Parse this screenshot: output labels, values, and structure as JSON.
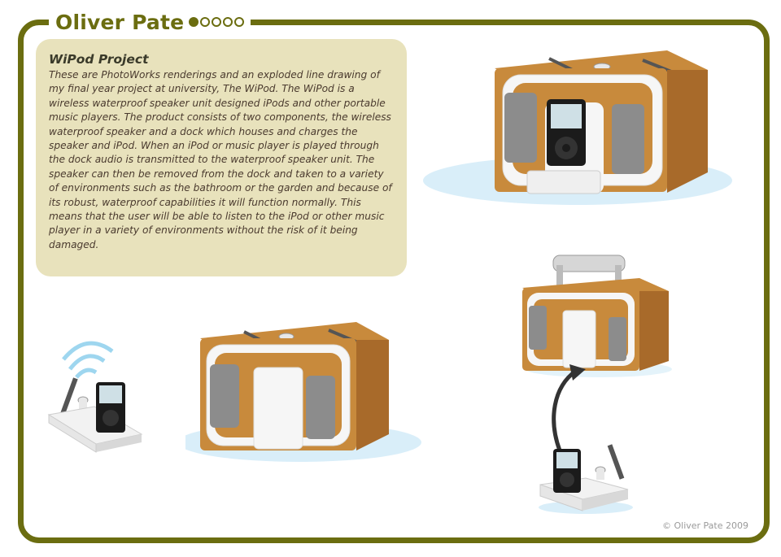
{
  "header": {
    "title": "Oliver Pate",
    "page_indicator": {
      "total": 5,
      "current": 1
    }
  },
  "description": {
    "heading": "WiPod Project",
    "body": "These are PhotoWorks renderings and an exploded line drawing of my final year project at university, The WiPod.  The WiPod is a wireless waterproof speaker unit designed iPods and  other portable music players.  The product consists of two components, the  wireless waterproof speaker and a dock which houses and charges the speaker and iPod.  When an iPod or music player is played through the dock audio is transmitted to the waterproof speaker unit. The speaker can then be removed from the dock and taken to a variety of environments such as the bathroom or the garden and because of its robust, waterproof capabilities it  will function normally. This means that the user will be able to listen to the iPod or  other music player in a variety of environments without the risk of it being damaged."
  },
  "footer": {
    "copyright": "© Oliver Pate 2009"
  },
  "colors": {
    "frame_olive": "#6b6d10",
    "panel_beige": "#e8e2bc",
    "wood": "#c88a3c",
    "wood_dark": "#a86a2a",
    "shell_white": "#f4f4f4",
    "grille": "#8c8c8c",
    "screen": "#cfe0e6",
    "shadow_blue": "#bfe4f5"
  }
}
